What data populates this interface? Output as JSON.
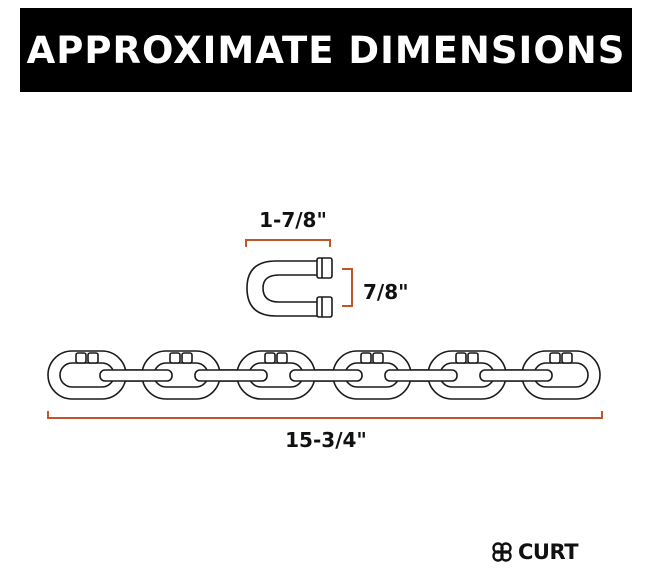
{
  "banner": {
    "title": "APPROXIMATE DIMENSIONS"
  },
  "dimensions": {
    "width_label": "1-7/8\"",
    "height_label": "7/8\"",
    "length_label": "15-3/4\""
  },
  "brand": {
    "name": "CURT"
  },
  "colors": {
    "banner_bg": "#000000",
    "banner_text": "#ffffff",
    "dimension_line": "#c0552a",
    "outline": "#1a1a1a"
  },
  "icons": [
    "curt-logo-icon"
  ]
}
